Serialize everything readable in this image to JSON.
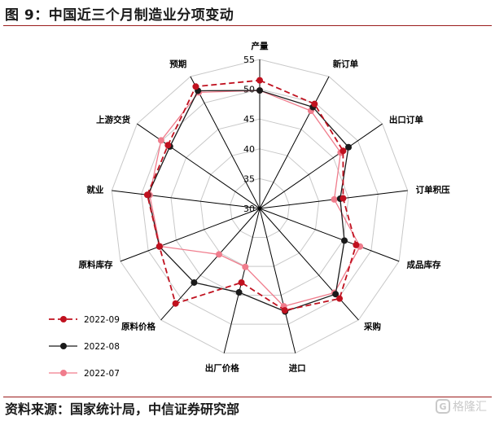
{
  "header": {
    "title": "图 9：中国近三个月制造业分项变动"
  },
  "footer": {
    "source": "资料来源：国家统计局，中信证券研究部",
    "watermark": "格隆汇",
    "watermark_icon": "G"
  },
  "colors": {
    "s2209": "#c0111f",
    "s2208": "#1a1a1a",
    "s2207": "#f07c8c",
    "grid": "#c8c8c8",
    "axis": "#000000",
    "rule": "#9b1c1c"
  },
  "chart_data": {
    "type": "radar",
    "categories": [
      "产量",
      "新订单",
      "出口订单",
      "订单积压",
      "成品库存",
      "采购",
      "进口",
      "出厂价格",
      "原料价格",
      "原料库存",
      "就业",
      "上游交货",
      "预期"
    ],
    "rlim": [
      30,
      55
    ],
    "ticks": [
      30,
      35,
      40,
      45,
      50,
      55
    ],
    "series": [
      {
        "name": "2022-09",
        "style": "dashed",
        "values": [
          51.5,
          49.8,
          47.0,
          44.1,
          47.3,
          50.2,
          47.6,
          42.8,
          51.3,
          48.0,
          49.0,
          48.7,
          53.1
        ]
      },
      {
        "name": "2022-08",
        "style": "solid",
        "values": [
          49.8,
          49.2,
          48.1,
          43.6,
          45.2,
          49.2,
          47.8,
          44.5,
          46.6,
          48.0,
          48.9,
          48.3,
          52.3
        ]
      },
      {
        "name": "2022-07",
        "style": "solid",
        "values": [
          49.8,
          48.5,
          46.5,
          42.6,
          48.0,
          48.9,
          46.9,
          40.1,
          40.3,
          47.9,
          48.6,
          50.1,
          52.0
        ]
      }
    ]
  }
}
